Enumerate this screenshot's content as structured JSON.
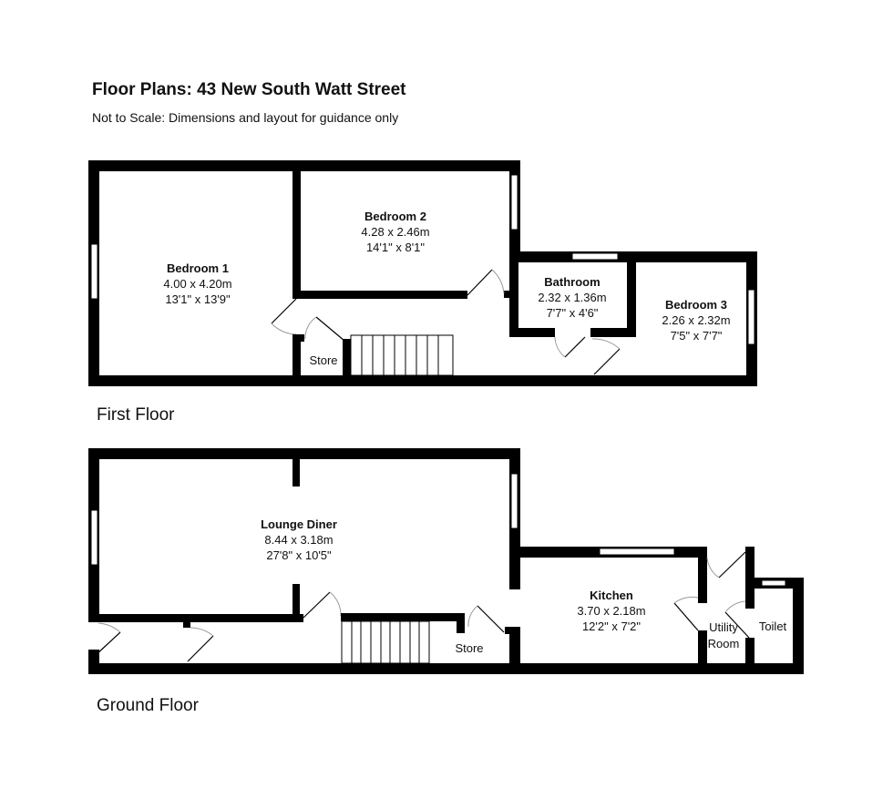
{
  "header": {
    "title": "Floor Plans: 43 New South Watt Street",
    "subtitle": "Not to Scale: Dimensions and layout for guidance only"
  },
  "floors": {
    "first": {
      "label": "First Floor",
      "rooms": {
        "bedroom1": {
          "name": "Bedroom 1",
          "metric": "4.00 x 4.20m",
          "imperial": "13'1\" x 13'9\""
        },
        "bedroom2": {
          "name": "Bedroom 2",
          "metric": "4.28 x 2.46m",
          "imperial": "14'1\" x 8'1\""
        },
        "bathroom": {
          "name": "Bathroom",
          "metric": "2.32 x 1.36m",
          "imperial": "7'7\" x 4'6\""
        },
        "bedroom3": {
          "name": "Bedroom 3",
          "metric": "2.26 x 2.32m",
          "imperial": "7'5\" x 7'7\""
        },
        "store": {
          "name": "Store"
        }
      }
    },
    "ground": {
      "label": "Ground Floor",
      "rooms": {
        "lounge": {
          "name": "Lounge Diner",
          "metric": "8.44 x 3.18m",
          "imperial": "27'8\" x 10'5\""
        },
        "kitchen": {
          "name": "Kitchen",
          "metric": "3.70 x 2.18m",
          "imperial": "12'2\" x 7'2\""
        },
        "utility_line1": "Utility",
        "utility_line2": "Room",
        "toilet": {
          "name": "Toilet"
        },
        "store": {
          "name": "Store"
        }
      }
    }
  }
}
